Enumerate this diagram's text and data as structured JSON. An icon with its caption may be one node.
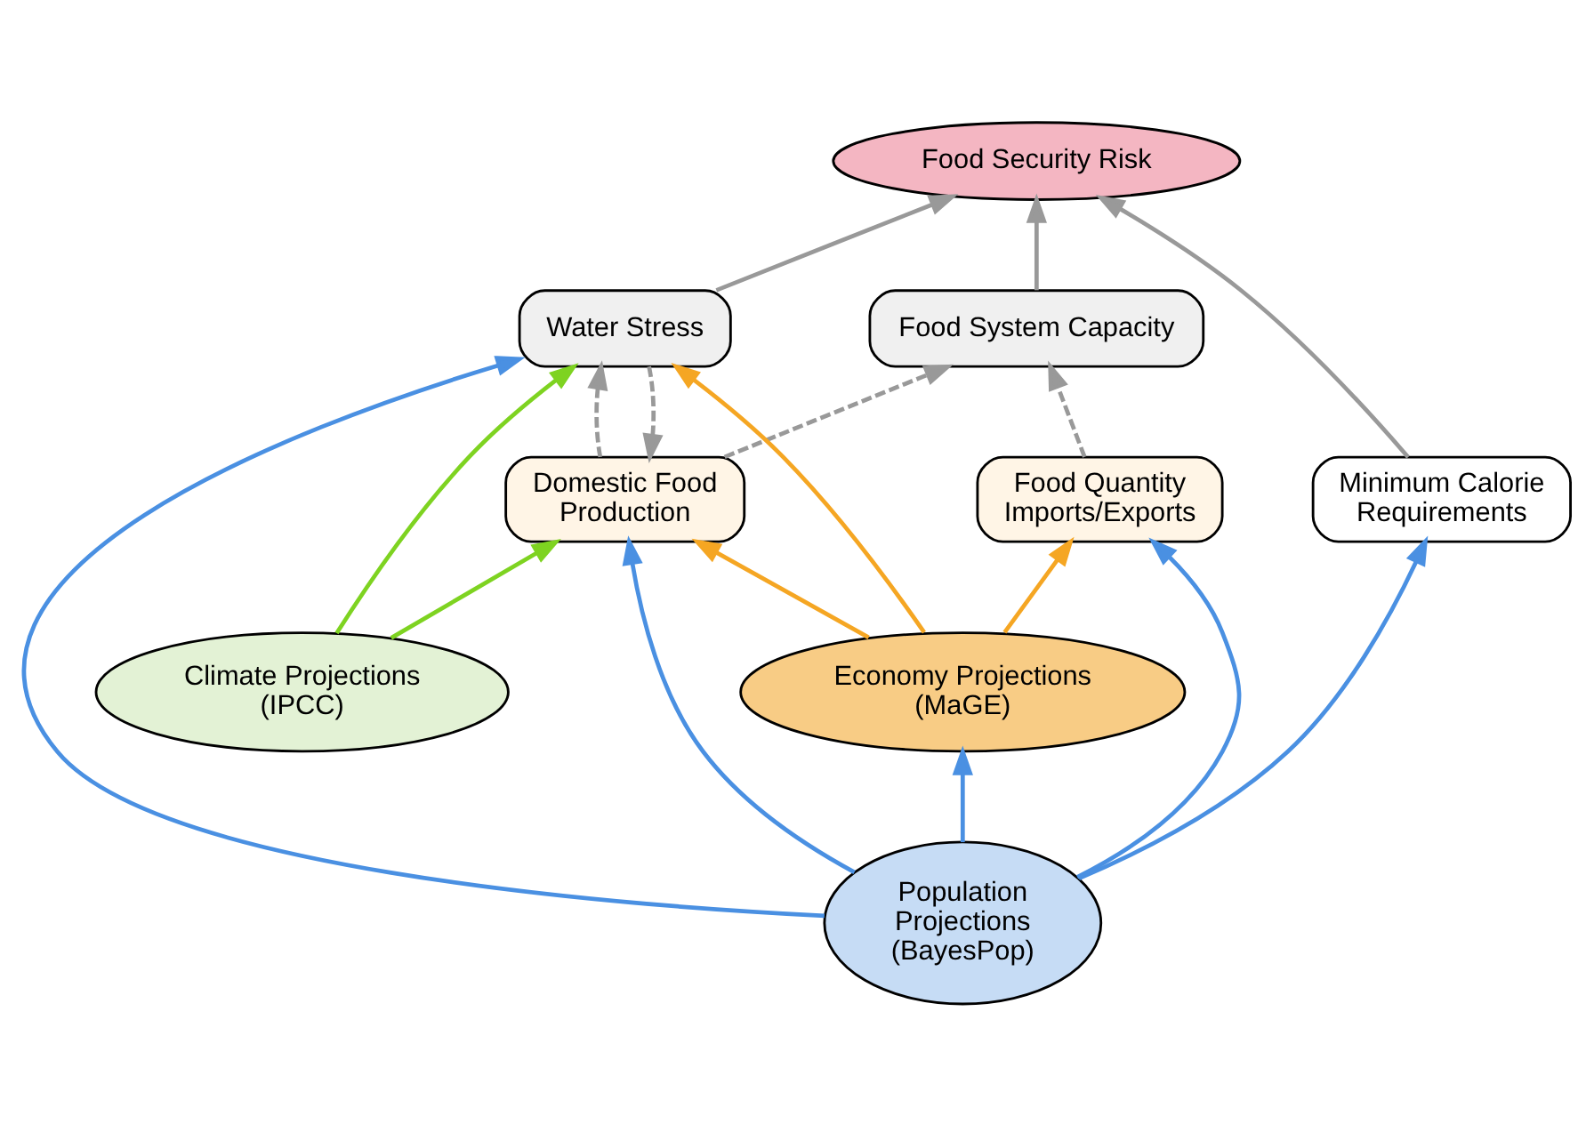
{
  "diagram": {
    "nodes": [
      {
        "text": [
          "Food Security Risk"
        ]
      },
      {
        "text": [
          "Minimum Calorie Requirements"
        ]
      },
      {
        "text": [
          "Food System Capacity"
        ]
      },
      {
        "text": [
          "Food Quantity Imports/Exports"
        ]
      },
      {
        "text": [
          "Domestic Food Production"
        ]
      },
      {
        "text": [
          "Water Stress"
        ]
      },
      {
        "text": [
          "Population Projections (BayesPop)"
        ]
      },
      {
        "text": [
          "Economy Projections (MaGE)"
        ]
      },
      {
        "text": [
          "Climate Projections (IPCC)"
        ]
      }
    ],
    "edges": [
      {
        "from": 1,
        "to": 0,
        "arrow": "to"
      },
      {
        "from": 2,
        "to": 0,
        "arrow": "to"
      },
      {
        "from": 5,
        "to": 0,
        "arrow": "to"
      },
      {
        "from": 3,
        "to": 2,
        "arrow": "to",
        "style": "dashed"
      },
      {
        "from": 4,
        "to": 2,
        "arrow": "to",
        "style": "dashed"
      },
      {
        "from": 4,
        "to": 5,
        "arrow": "to",
        "style": "dashed"
      },
      {
        "from": 5,
        "to": 4,
        "arrow": "to",
        "style": "dashed"
      },
      {
        "from": 6,
        "to": 1,
        "arrow": "to",
        "color": "#4a90e2"
      },
      {
        "from": 6,
        "to": 3,
        "arrow": "to",
        "color": "#4a90e2"
      },
      {
        "from": 6,
        "to": 4,
        "arrow": "to",
        "color": "#4a90e2"
      },
      {
        "from": 6,
        "to": 5,
        "arrow": "to",
        "color": "#4a90e2"
      },
      {
        "from": 6,
        "to": 7,
        "arrow": "to",
        "color": "#4a90e2"
      },
      {
        "from": 7,
        "to": 3,
        "arrow": "to",
        "color": "#f5a623"
      },
      {
        "from": 7,
        "to": 4,
        "arrow": "to",
        "color": "#f5a623"
      },
      {
        "from": 7,
        "to": 5,
        "arrow": "to",
        "color": "#f5a623"
      },
      {
        "from": 8,
        "to": 4,
        "arrow": "to",
        "color": "#7ed321"
      },
      {
        "from": 8,
        "to": 5,
        "arrow": "to",
        "color": "#7ed321"
      }
    ]
  }
}
